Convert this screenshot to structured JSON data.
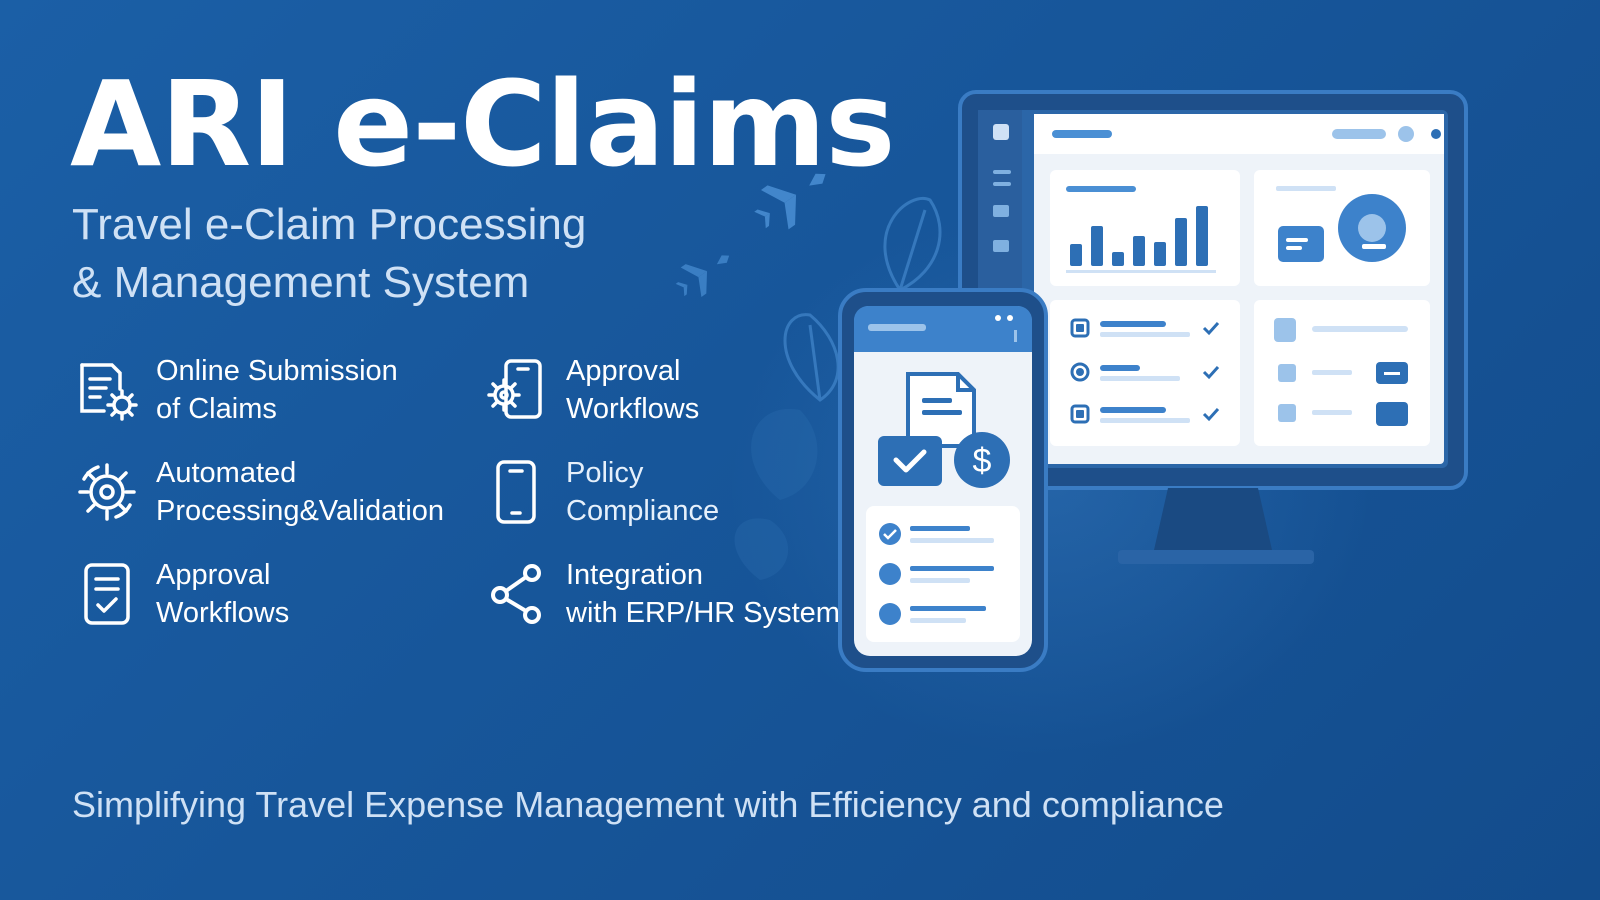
{
  "title": "ARI e-Claims",
  "subtitle": {
    "line1": "Travel e-Claim Processing",
    "line2": "& Management System"
  },
  "features": [
    {
      "label": "Online Submission\nof Claims",
      "icon": "document-gear-icon"
    },
    {
      "label": "Approval\nWorkflows",
      "icon": "phone-gear-icon"
    },
    {
      "label": "Automated\nProcessing&Validation",
      "icon": "gear-cycle-icon"
    },
    {
      "label": "Policy\nCompliance",
      "icon": "smartphone-icon"
    },
    {
      "label": "Approval\nWorkflows",
      "icon": "checklist-icon"
    },
    {
      "label": "Integration\nwith ERP/HR Systems",
      "icon": "share-nodes-icon"
    }
  ],
  "tagline": "Simplifying Travel Expense Management with Efficiency and compliance",
  "colors": {
    "background": "#17569a",
    "accent": "#4a8fd4",
    "panel": "#eef3f9",
    "subtitle": "#cfe1f5"
  },
  "illustration": {
    "dashboard_bars": [
      22,
      40,
      14,
      30,
      24,
      48,
      60
    ],
    "phone_currency_symbol": "$"
  }
}
